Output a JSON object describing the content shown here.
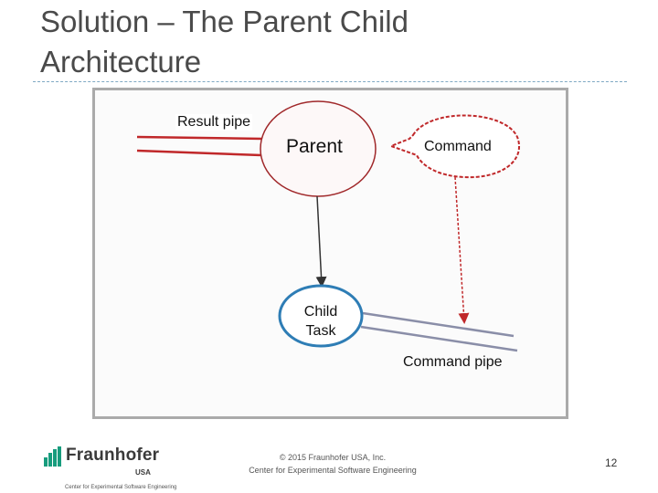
{
  "slide": {
    "title_line1": "Solution – The Parent Child",
    "title_line2": "Architecture",
    "page_number": "12"
  },
  "diagram": {
    "result_pipe_label": "Result pipe",
    "parent_label": "Parent",
    "command_label": "Command",
    "child_label_line1": "Child",
    "child_label_line2": "Task",
    "command_pipe_label": "Command pipe"
  },
  "footer": {
    "copyright": "© 2015 Fraunhofer USA, Inc.",
    "center_name": "Center for Experimental Software Engineering",
    "logo_name": "Fraunhofer",
    "logo_region": "USA",
    "logo_tagline": "Center for Experimental Software Engineering"
  },
  "colors": {
    "title": "#4a4a4a",
    "parent_stroke": "#a0282a",
    "child_stroke": "#2e7db5",
    "arrow_red": "#c0282a",
    "arrow_dark": "#333333",
    "pipe_gray": "#8a8ea8",
    "logo_green": "#179c7d"
  }
}
